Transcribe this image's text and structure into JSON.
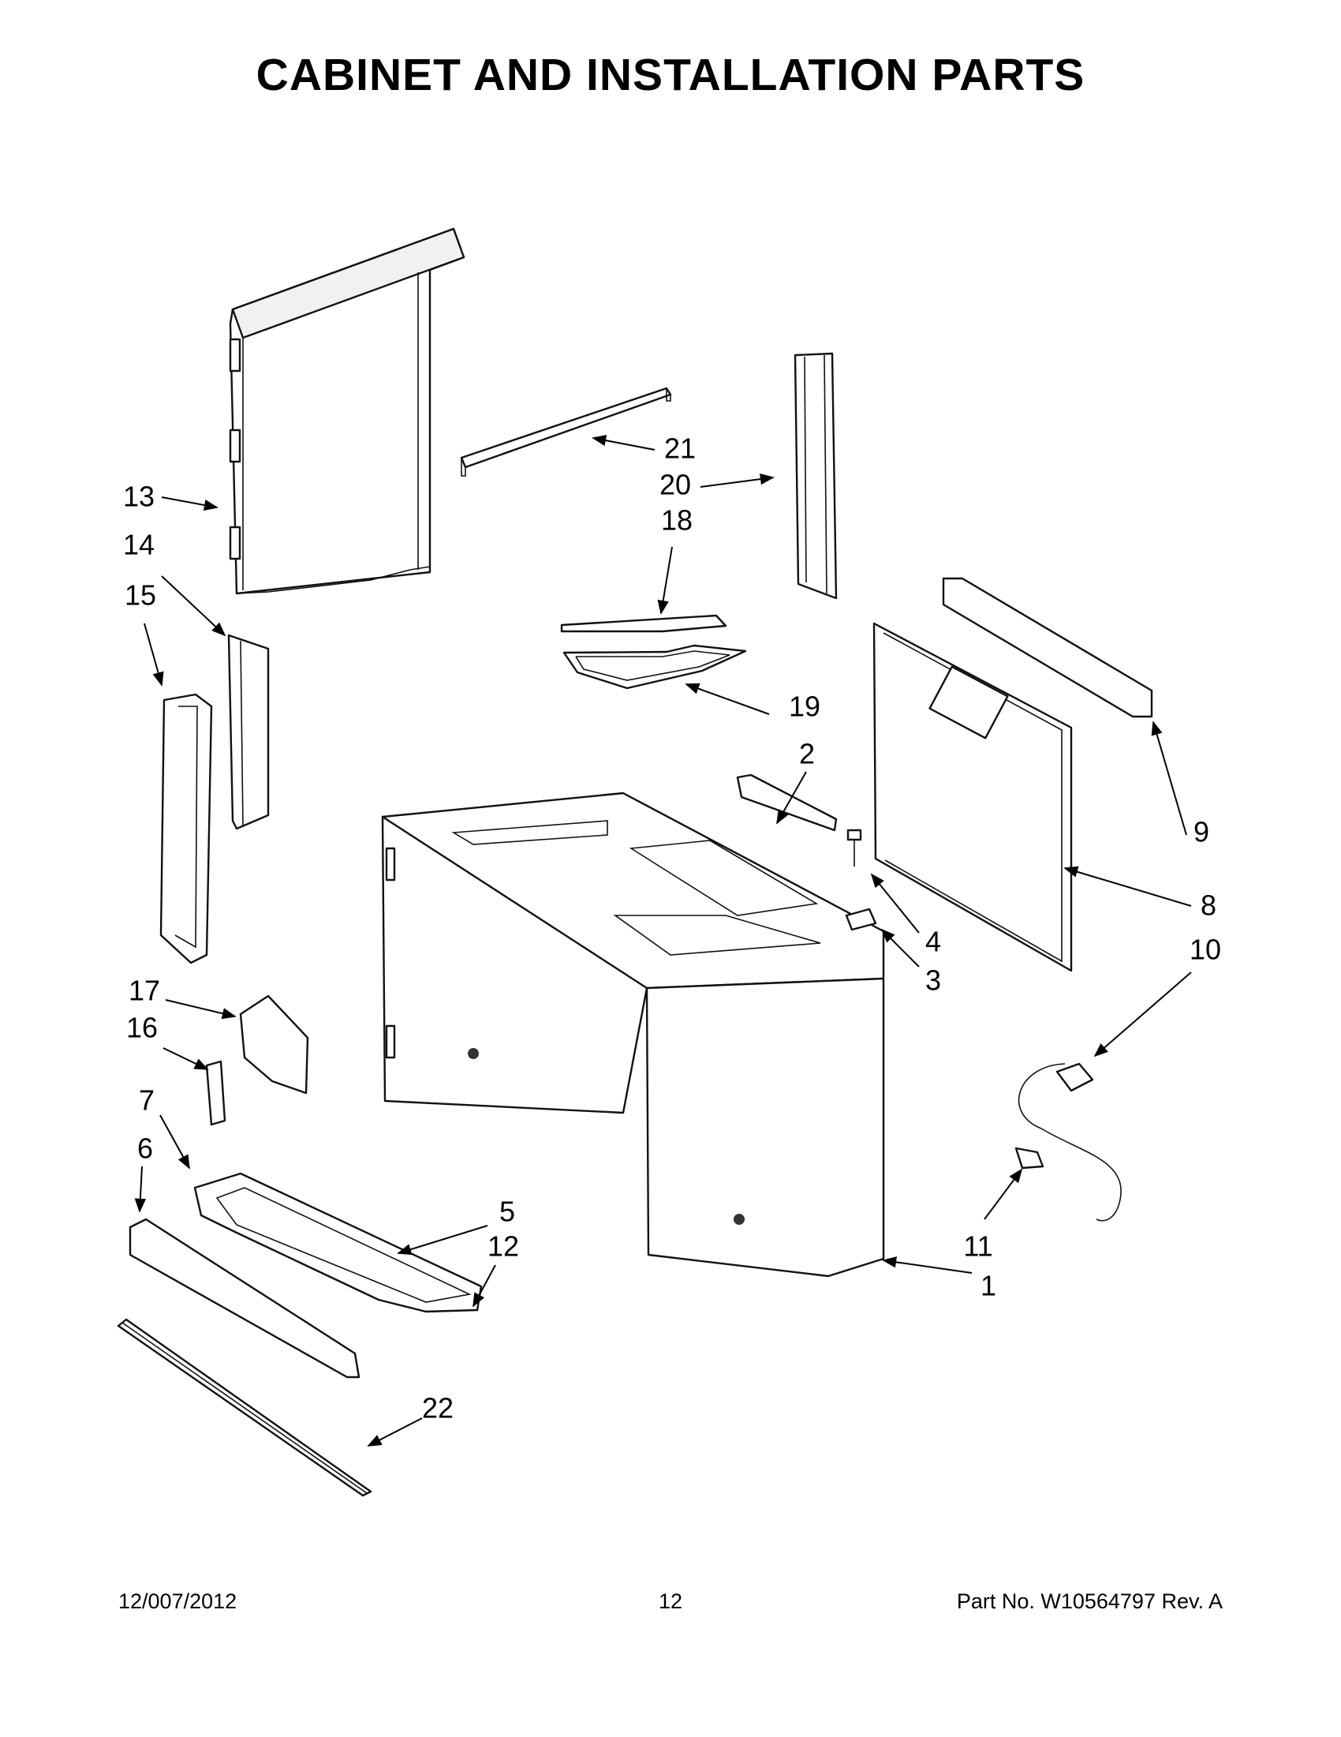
{
  "page": {
    "title": "CABINET AND INSTALLATION PARTS",
    "footer": {
      "date": "12/007/2012",
      "page_number": "12",
      "part_number": "Part No.  W10564797  Rev.  A"
    }
  },
  "diagram": {
    "callouts": [
      "1",
      "2",
      "3",
      "4",
      "5",
      "6",
      "7",
      "8",
      "9",
      "10",
      "11",
      "12",
      "13",
      "14",
      "15",
      "16",
      "17",
      "18",
      "19",
      "20",
      "21",
      "22"
    ]
  }
}
